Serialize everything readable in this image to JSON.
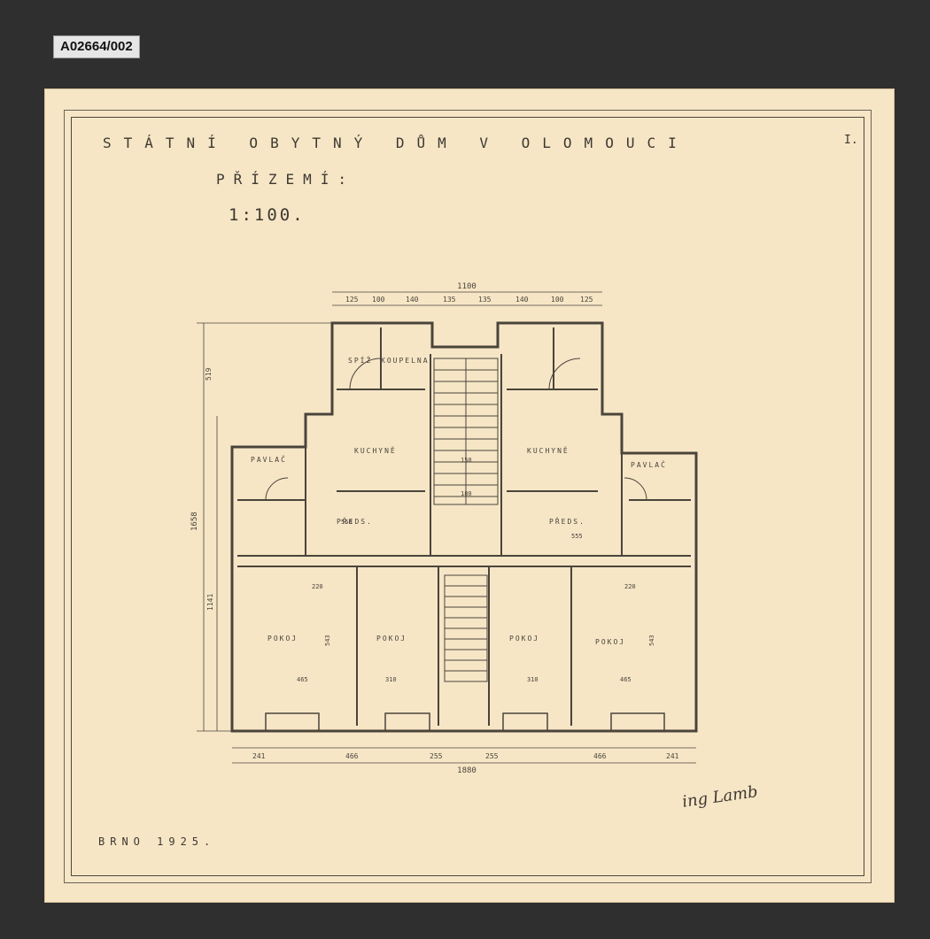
{
  "archive_id": "A02664/002",
  "drawing": {
    "title": "STÁTNÍ OBYTNÝ DŮM V OLOMOUCI",
    "subtitle": "PŘÍZEMÍ:",
    "scale": "1:100.",
    "sheet_number": "I.",
    "place_date": "BRNO 1925.",
    "signature": "ing Lamb"
  },
  "dimensions": {
    "top_total": "1100",
    "top_chain": [
      "125",
      "100",
      "140",
      "135",
      "135",
      "140",
      "100",
      "125"
    ],
    "bottom_total": "1880",
    "bottom_chain": [
      "241",
      "466",
      "255",
      "255",
      "466",
      "241"
    ],
    "left_total": "1658",
    "left_upper": "519",
    "left_lower": "1141",
    "room_misc": [
      "558",
      "555",
      "543",
      "543",
      "465",
      "465",
      "310",
      "310",
      "220",
      "220",
      "150",
      "180"
    ]
  },
  "rooms": {
    "spiz": "SPÍŽ",
    "koupelna": "KOUPELNA",
    "kuchyne_left": "KUCHYNĚ",
    "kuchyne_right": "KUCHYNĚ",
    "predsin_left": "PŘEDS.",
    "predsin_right": "PŘEDS.",
    "pokoj_1": "POKOJ",
    "pokoj_2": "POKOJ",
    "pokoj_3": "POKOJ",
    "pokoj_4": "POKOJ",
    "pavlac_left": "PAVLAČ",
    "pavlac_right": "PAVLAČ"
  }
}
